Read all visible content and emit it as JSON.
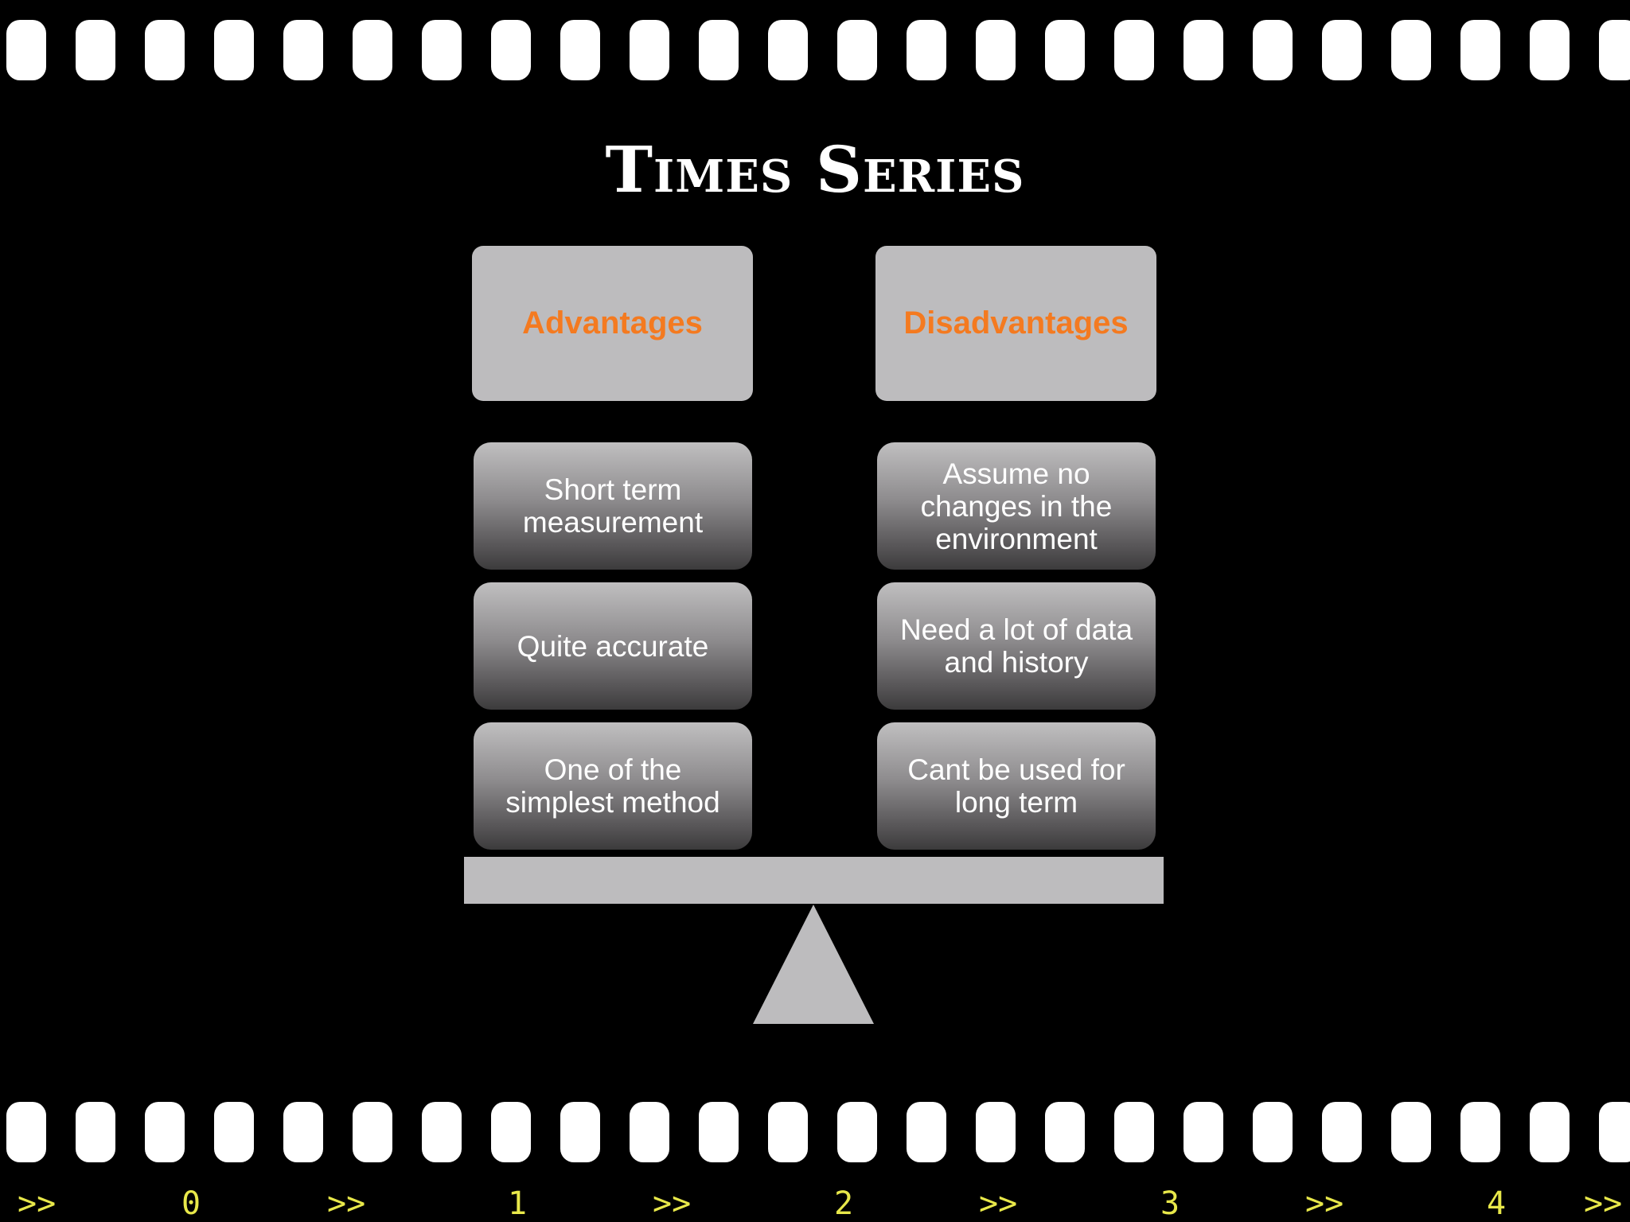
{
  "slide": {
    "title": "Times Series"
  },
  "columns": [
    {
      "header": "Advantages",
      "items": [
        "Short term measurement",
        "Quite accurate",
        "One of the simplest method"
      ]
    },
    {
      "header": "Disadvantages",
      "items": [
        "Assume no changes in the environment",
        "Need a lot of data and history",
        "Cant be used for long term"
      ]
    }
  ],
  "filmstrip": {
    "counter": [
      ">>",
      "0",
      ">>",
      "1",
      ">>",
      "2",
      ">>",
      "3",
      ">>",
      "4",
      ">>"
    ]
  },
  "colors": {
    "background": "#000000",
    "header_box": "#bdbcbe",
    "header_text": "#f47a20",
    "counter_text": "#e8e84a",
    "sprocket": "#ffffff"
  }
}
